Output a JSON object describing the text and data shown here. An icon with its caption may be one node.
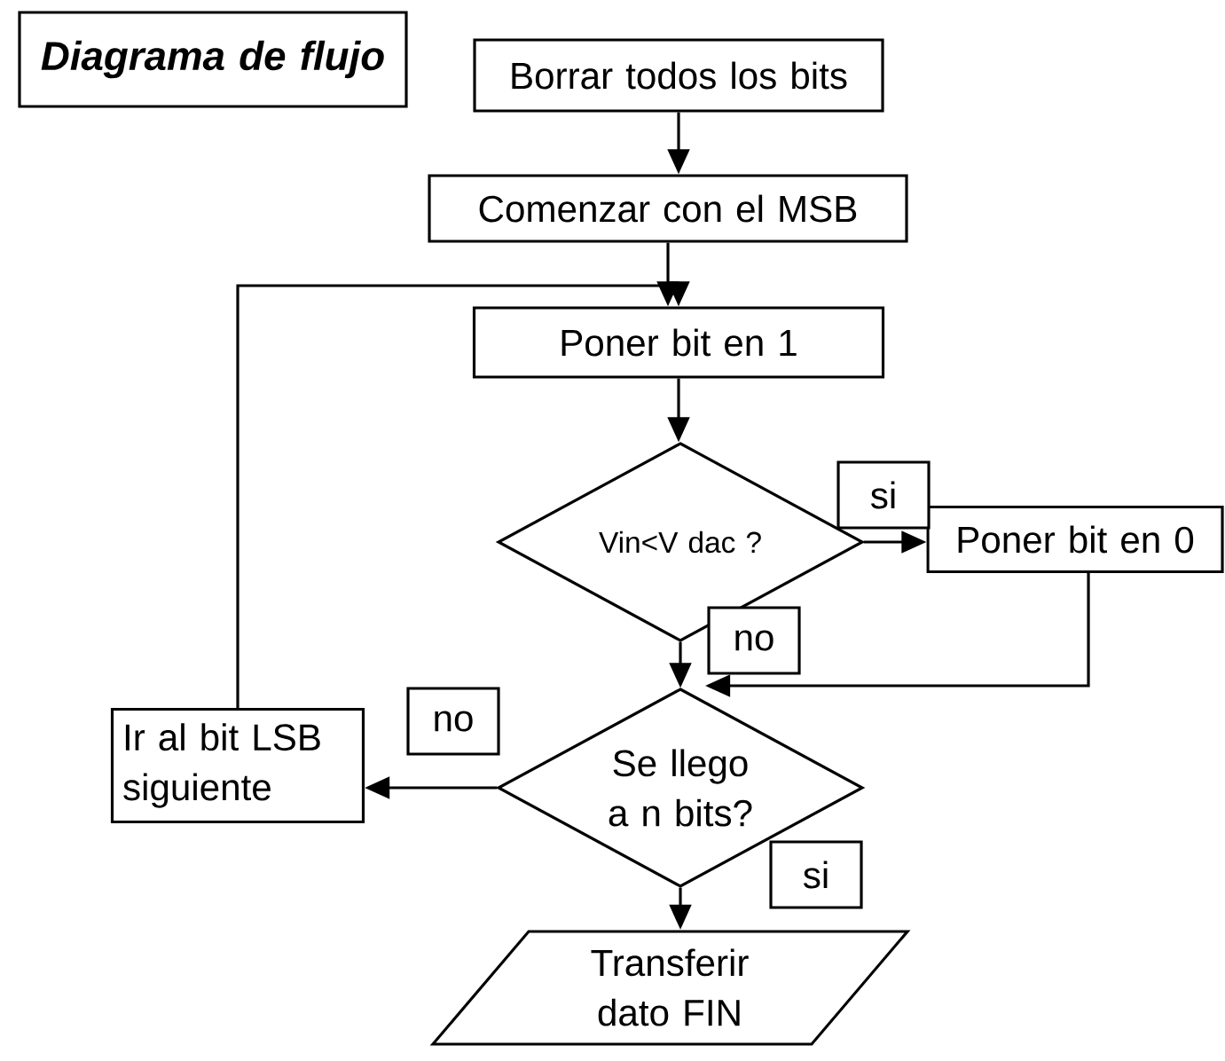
{
  "diagram": {
    "nodes": [
      {
        "text": [
          "Diagrama de flujo"
        ]
      },
      {
        "text": [
          "Borrar todos los bits"
        ]
      },
      {
        "text": [
          "Comenzar con el MSB"
        ]
      },
      {
        "text": [
          "Poner bit en 1"
        ]
      },
      {
        "text": [
          "Vin<V dac ?"
        ]
      },
      {
        "text": [
          "Poner bit en 0"
        ]
      },
      {
        "text": [
          "Se llego a n bits?"
        ]
      },
      {
        "text": [
          "Ir al bit LSB siguiente"
        ]
      },
      {
        "text": [
          "Transferir dato FIN"
        ]
      }
    ],
    "edges": [
      {
        "from": 1,
        "to": 2,
        "arrow": "to"
      },
      {
        "from": 2,
        "to": 3,
        "arrow": "to"
      },
      {
        "from": 3,
        "to": 4,
        "arrow": "to"
      },
      {
        "from": 4,
        "to": 5,
        "arrow": "to",
        "label": "si"
      },
      {
        "from": 4,
        "to": 6,
        "arrow": "to",
        "label": "no"
      },
      {
        "from": 5,
        "to": 6,
        "arrow": "to"
      },
      {
        "from": 6,
        "to": 7,
        "arrow": "to",
        "label": "no"
      },
      {
        "from": 7,
        "to": 3,
        "arrow": "to"
      },
      {
        "from": 6,
        "to": 8,
        "arrow": "to",
        "label": "si"
      }
    ]
  }
}
